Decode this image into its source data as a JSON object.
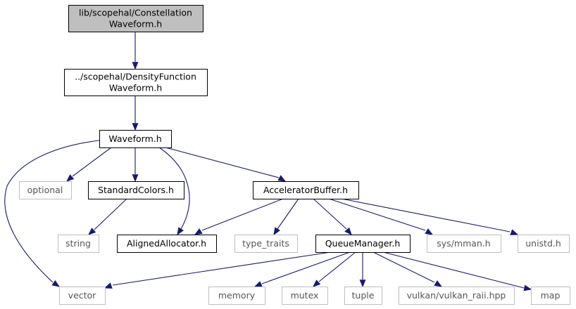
{
  "diagram": {
    "type": "include-dependency-graph",
    "colors": {
      "edge": "#191970",
      "focus_fill": "#bfbfbf",
      "node_border": "#000000",
      "external_border": "#bfbfbf",
      "text": "#000000",
      "external_text": "#555555"
    },
    "nodes": [
      {
        "id": "constellation",
        "lines": [
          "lib/scopehal/Constellation",
          "Waveform.h"
        ],
        "style": "focus"
      },
      {
        "id": "density",
        "lines": [
          "../scopehal/DensityFunction",
          "Waveform.h"
        ],
        "style": "normal"
      },
      {
        "id": "waveform",
        "lines": [
          "Waveform.h"
        ],
        "style": "normal"
      },
      {
        "id": "optional",
        "lines": [
          "optional"
        ],
        "style": "external"
      },
      {
        "id": "standardcolors",
        "lines": [
          "StandardColors.h"
        ],
        "style": "normal"
      },
      {
        "id": "accelbuf",
        "lines": [
          "AcceleratorBuffer.h"
        ],
        "style": "normal"
      },
      {
        "id": "string",
        "lines": [
          "string"
        ],
        "style": "external"
      },
      {
        "id": "aligned",
        "lines": [
          "AlignedAllocator.h"
        ],
        "style": "normal"
      },
      {
        "id": "type_traits",
        "lines": [
          "type_traits"
        ],
        "style": "external"
      },
      {
        "id": "queuemgr",
        "lines": [
          "QueueManager.h"
        ],
        "style": "normal"
      },
      {
        "id": "sysmman",
        "lines": [
          "sys/mman.h"
        ],
        "style": "external"
      },
      {
        "id": "unistd",
        "lines": [
          "unistd.h"
        ],
        "style": "external"
      },
      {
        "id": "vector",
        "lines": [
          "vector"
        ],
        "style": "external"
      },
      {
        "id": "memory",
        "lines": [
          "memory"
        ],
        "style": "external"
      },
      {
        "id": "mutex",
        "lines": [
          "mutex"
        ],
        "style": "external"
      },
      {
        "id": "tuple",
        "lines": [
          "tuple"
        ],
        "style": "external"
      },
      {
        "id": "vulkan_raii",
        "lines": [
          "vulkan/vulkan_raii.hpp"
        ],
        "style": "external"
      },
      {
        "id": "map",
        "lines": [
          "map"
        ],
        "style": "external"
      }
    ],
    "edges": [
      {
        "from": "constellation",
        "to": "density"
      },
      {
        "from": "density",
        "to": "waveform"
      },
      {
        "from": "waveform",
        "to": "vector"
      },
      {
        "from": "waveform",
        "to": "optional"
      },
      {
        "from": "waveform",
        "to": "standardcolors"
      },
      {
        "from": "waveform",
        "to": "aligned"
      },
      {
        "from": "waveform",
        "to": "accelbuf"
      },
      {
        "from": "standardcolors",
        "to": "string"
      },
      {
        "from": "accelbuf",
        "to": "aligned"
      },
      {
        "from": "accelbuf",
        "to": "type_traits"
      },
      {
        "from": "accelbuf",
        "to": "queuemgr"
      },
      {
        "from": "accelbuf",
        "to": "sysmman"
      },
      {
        "from": "accelbuf",
        "to": "unistd"
      },
      {
        "from": "queuemgr",
        "to": "vector"
      },
      {
        "from": "queuemgr",
        "to": "memory"
      },
      {
        "from": "queuemgr",
        "to": "mutex"
      },
      {
        "from": "queuemgr",
        "to": "tuple"
      },
      {
        "from": "queuemgr",
        "to": "vulkan_raii"
      },
      {
        "from": "queuemgr",
        "to": "map"
      }
    ]
  }
}
